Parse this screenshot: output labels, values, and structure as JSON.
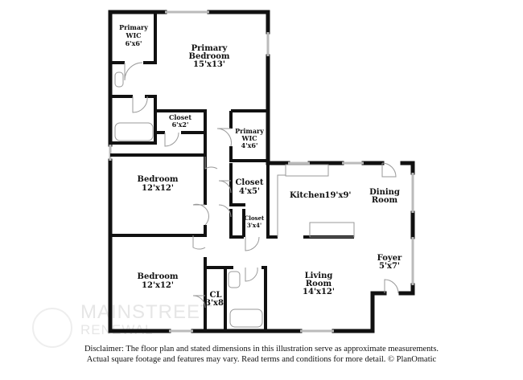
{
  "rooms": {
    "primary_wic_1": {
      "name1": "Primary",
      "name2": "WIC",
      "dim": "6'x6'"
    },
    "primary_bedroom": {
      "name1": "Primary",
      "name2": "Bedroom",
      "dim": "15'x13'"
    },
    "closet_1": {
      "name": "Closet",
      "dim": "6'x2'"
    },
    "primary_wic_2": {
      "name1": "Primary",
      "name2": "WIC",
      "dim": "4'x6'"
    },
    "bedroom_1": {
      "name": "Bedroom",
      "dim": "12'x12'"
    },
    "closet_2": {
      "name": "Closet",
      "dim": "4'x5'"
    },
    "closet_3": {
      "name": "Closet",
      "dim": "3'x4'"
    },
    "kitchen": {
      "name": "Kitchen",
      "dim": "19'x9'"
    },
    "dining": {
      "name1": "Dining",
      "name2": "Room"
    },
    "foyer": {
      "name": "Foyer",
      "dim": "5'x7'"
    },
    "bedroom_2": {
      "name": "Bedroom",
      "dim": "12'x12'"
    },
    "cl": {
      "name": "CL",
      "dim": "3'x8'"
    },
    "living": {
      "name1": "Living",
      "name2": "Room",
      "dim": "14'x12'"
    }
  },
  "watermark": {
    "line1": "MAINSTREET",
    "line2": "RENEWAL"
  },
  "disclaimer": {
    "line1": "Disclaimer: The floor plan and stated dimensions in this illustration serve as approximate measurements.",
    "line2": "Actual square footage and features may vary. Read terms and conditions for more detail. © PlanOmatic"
  }
}
